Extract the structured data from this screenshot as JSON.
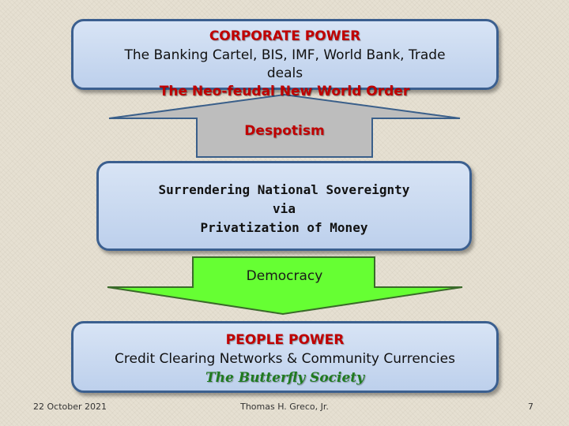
{
  "top_box": {
    "title": "CORPORATE POWER",
    "line1": "The Banking Cartel, BIS, IMF, World Bank, Trade",
    "line2": "deals",
    "line3": "The Neo-feudal New World Order"
  },
  "up_arrow": {
    "label": "Despotism",
    "color": "#c0c0c0"
  },
  "middle_box": {
    "line1": "Surrendering National Sovereignty",
    "line2": "via",
    "line3": "Privatization of Money"
  },
  "down_arrow": {
    "label": "Democracy",
    "color": "#66ff33"
  },
  "bottom_box": {
    "title": "PEOPLE POWER",
    "line1": "Credit Clearing Networks & Community Currencies",
    "line2": "The Butterfly Society"
  },
  "footer": {
    "date": "22 October 2021",
    "author": "Thomas H. Greco, Jr.",
    "page": "7"
  },
  "colors": {
    "box_fill": "#c9d9f0",
    "box_border": "#3b5f8f",
    "accent_red": "#c00000",
    "accent_green": "#1f7a1f"
  }
}
